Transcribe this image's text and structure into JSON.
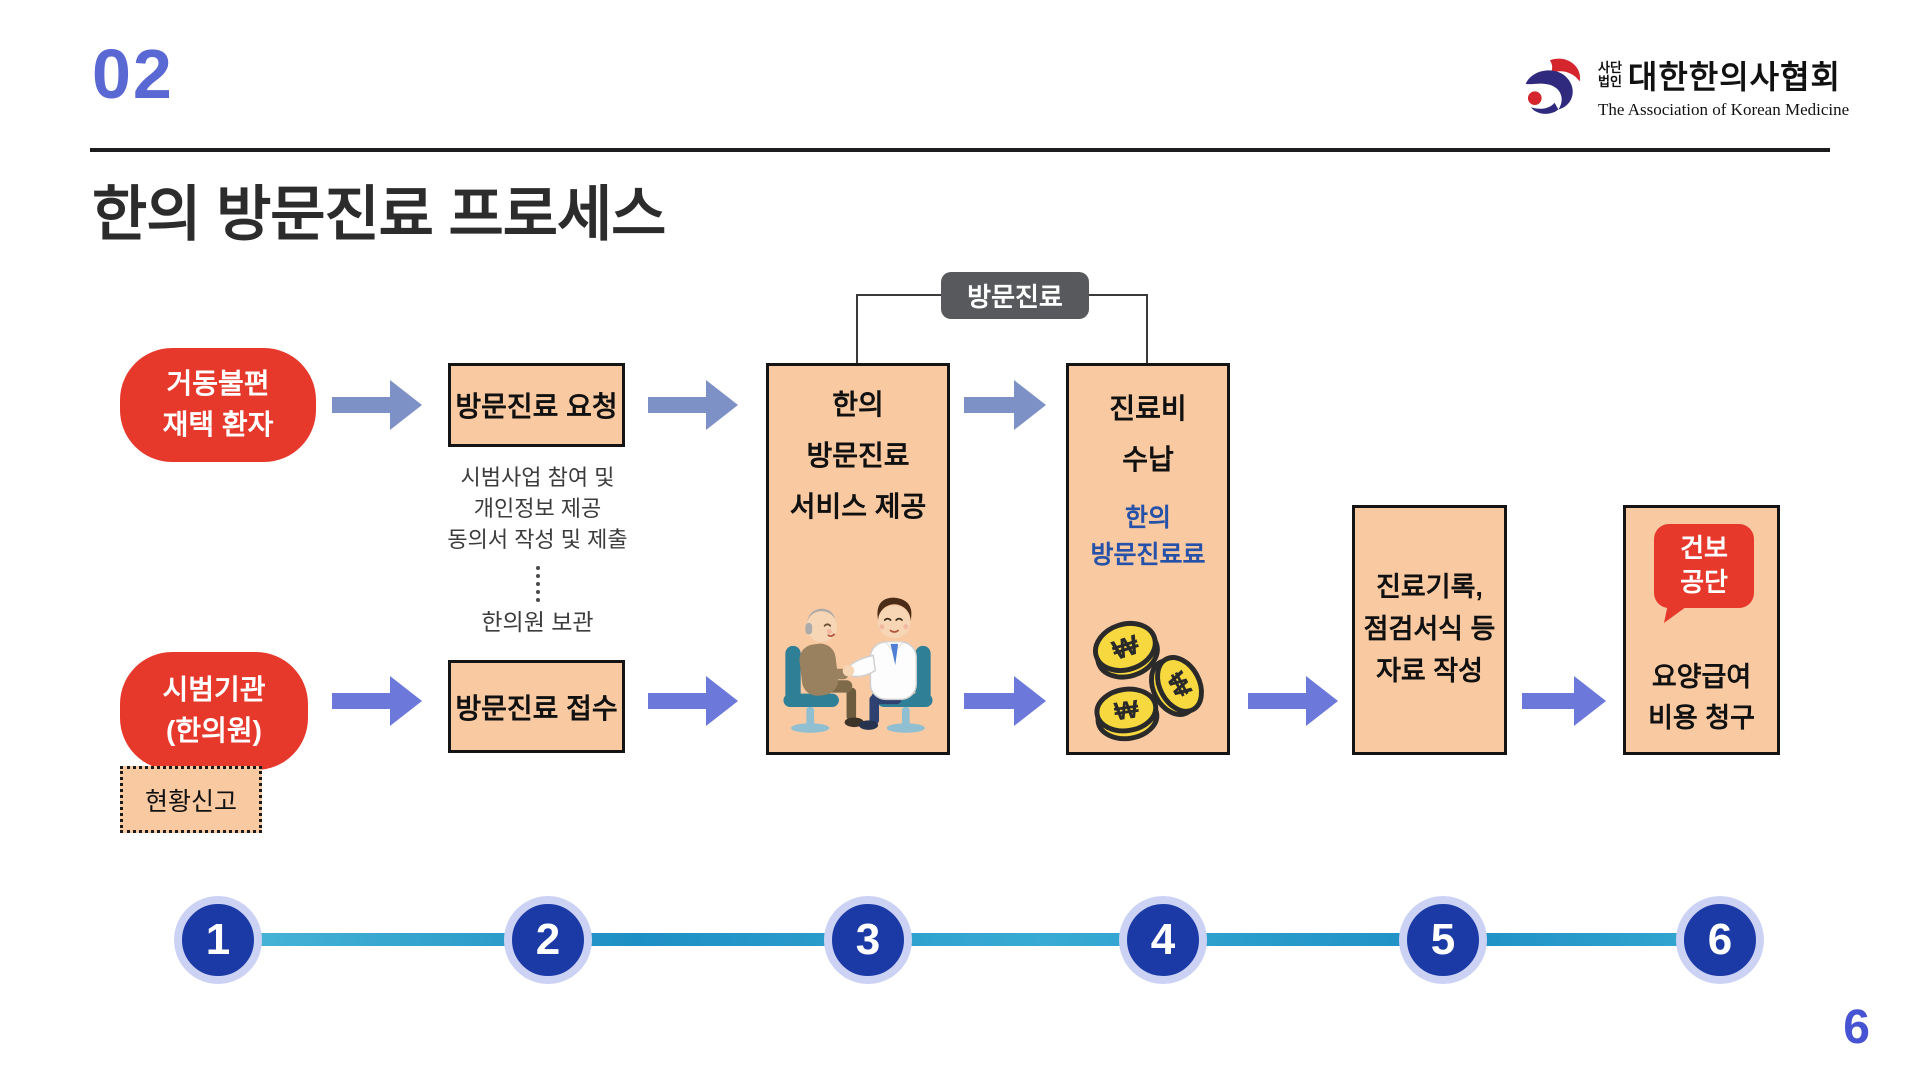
{
  "slide": {
    "section_number": "02",
    "title": "한의 방문진료 프로세스",
    "page_number": "6"
  },
  "logo": {
    "prefix_top": "사단",
    "prefix_bottom": "법인",
    "org_name": "대한한의사협회",
    "org_name_en": "The Association of Korean Medicine",
    "swirl_icon": "akom-swirl"
  },
  "colors": {
    "accent_blue": "#5A68D4",
    "red": "#E7382C",
    "peach_box": "#F9C9A2",
    "arrow_muted": "#7E91C6",
    "arrow_bright": "#6C79DB",
    "badge_gray": "#58595C",
    "payment_sub_blue": "#2551A8",
    "timeline_circle": "#1C3AA6",
    "timeline_ring": "#CCD2F4",
    "timeline_line": "#1E8FC4",
    "page_number_blue": "#4653D2"
  },
  "flow": {
    "patient_blob": {
      "line1": "거동불편",
      "line2": "재택 환자"
    },
    "clinic_blob": {
      "line1": "시범기관",
      "line2": "(한의원)"
    },
    "request_box": "방문진료 요청",
    "consent_note": {
      "line1": "시범사업 참여 및",
      "line2": "개인정보 제공",
      "line3": "동의서 작성 및 제출"
    },
    "storage_note": "한의원 보관",
    "receipt_box": "방문진료 접수",
    "status_box": "현황신고",
    "visit_badge": "방문진료",
    "service_box": {
      "line1": "한의",
      "line2": "방문진료",
      "line3": "서비스 제공",
      "illustration": "doctor-elderly-patient"
    },
    "payment_box": {
      "line1": "진료비",
      "line2": "수납",
      "sub1": "한의",
      "sub2": "방문진료료",
      "illustration": "won-coins"
    },
    "records_box": {
      "line1": "진료기록,",
      "line2": "점검서식 등",
      "line3": "자료 작성"
    },
    "claim_box": {
      "bubble1": "건보",
      "bubble2": "공단",
      "line1": "요양급여",
      "line2": "비용 청구"
    }
  },
  "timeline": {
    "steps": [
      "1",
      "2",
      "3",
      "4",
      "5",
      "6"
    ]
  }
}
